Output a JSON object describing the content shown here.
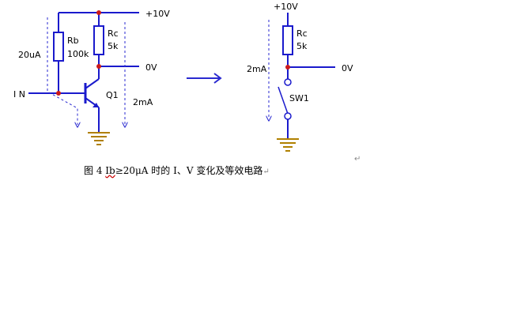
{
  "colors": {
    "wire": "#1a1acc",
    "node": "#cc1a1a",
    "ground": "#b08000",
    "arrow": "#2a2ad0",
    "text": "#000000"
  },
  "left_circuit": {
    "supply_label": "+10V",
    "rb_name": "Rb",
    "rb_value": "100k",
    "rc_name": "Rc",
    "rc_value": "5k",
    "base_current": "20uA",
    "output_label": "0V",
    "input_label": "I N",
    "transistor_label": "Q1",
    "collector_current": "2mA"
  },
  "right_circuit": {
    "supply_label": "+10V",
    "rc_name": "Rc",
    "rc_value": "5k",
    "current": "2mA",
    "output_label": "0V",
    "switch_label": "SW1"
  },
  "center_arrow_icon": "right-arrow-icon",
  "caption": {
    "prefix": "图 4 ",
    "squiggle": "Ib",
    "rest": "≥20μA 时的 I、V 变化及等效电路",
    "end_mark": "↵"
  },
  "stray_mark": "↵"
}
